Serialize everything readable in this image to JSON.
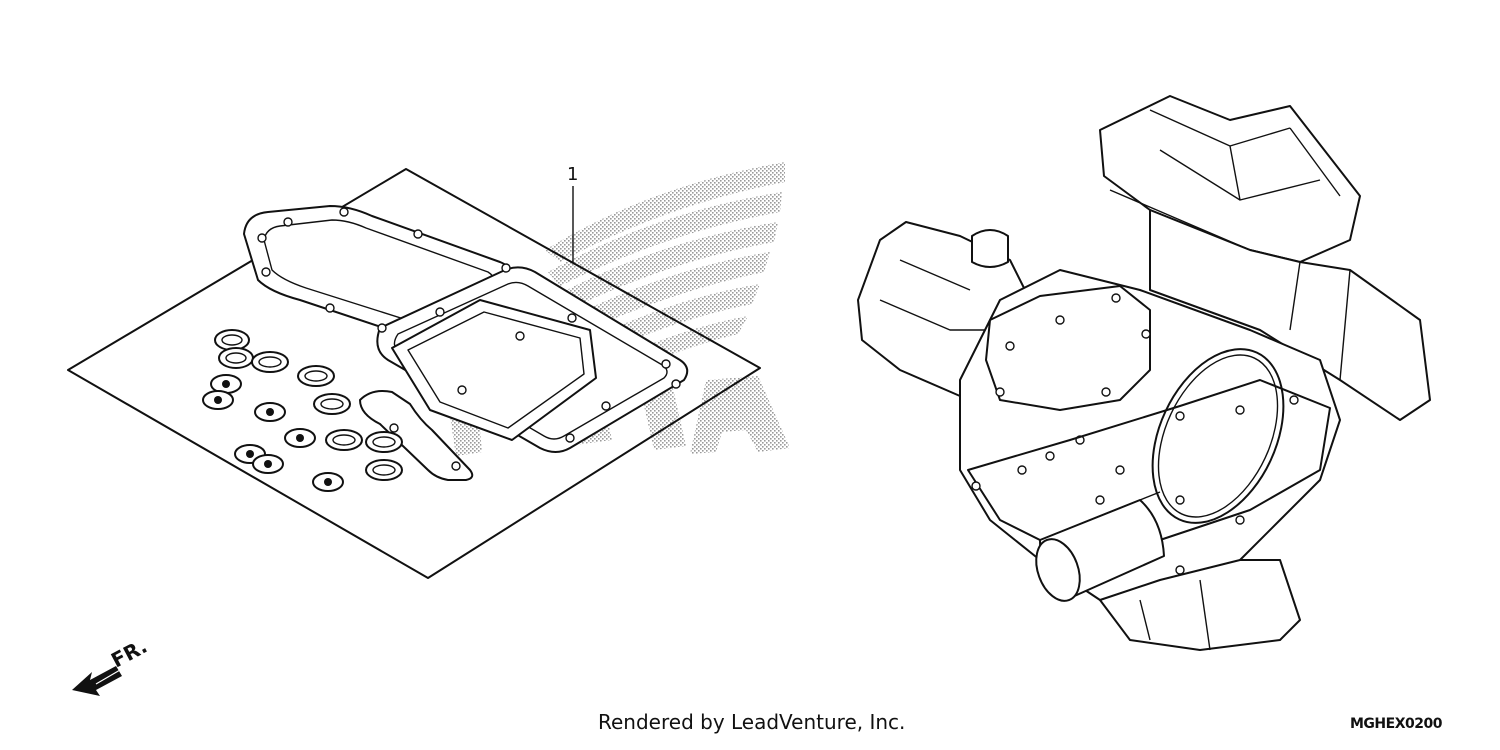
{
  "diagram": {
    "callout_1": "1",
    "direction_label": "FR.",
    "credit": "Rendered by LeadVenture, Inc.",
    "diagram_code": "MGHEX0200"
  },
  "icons": {
    "brand_watermark": "wing-logo-watermark",
    "front_arrow": "front-direction-arrow-icon"
  }
}
